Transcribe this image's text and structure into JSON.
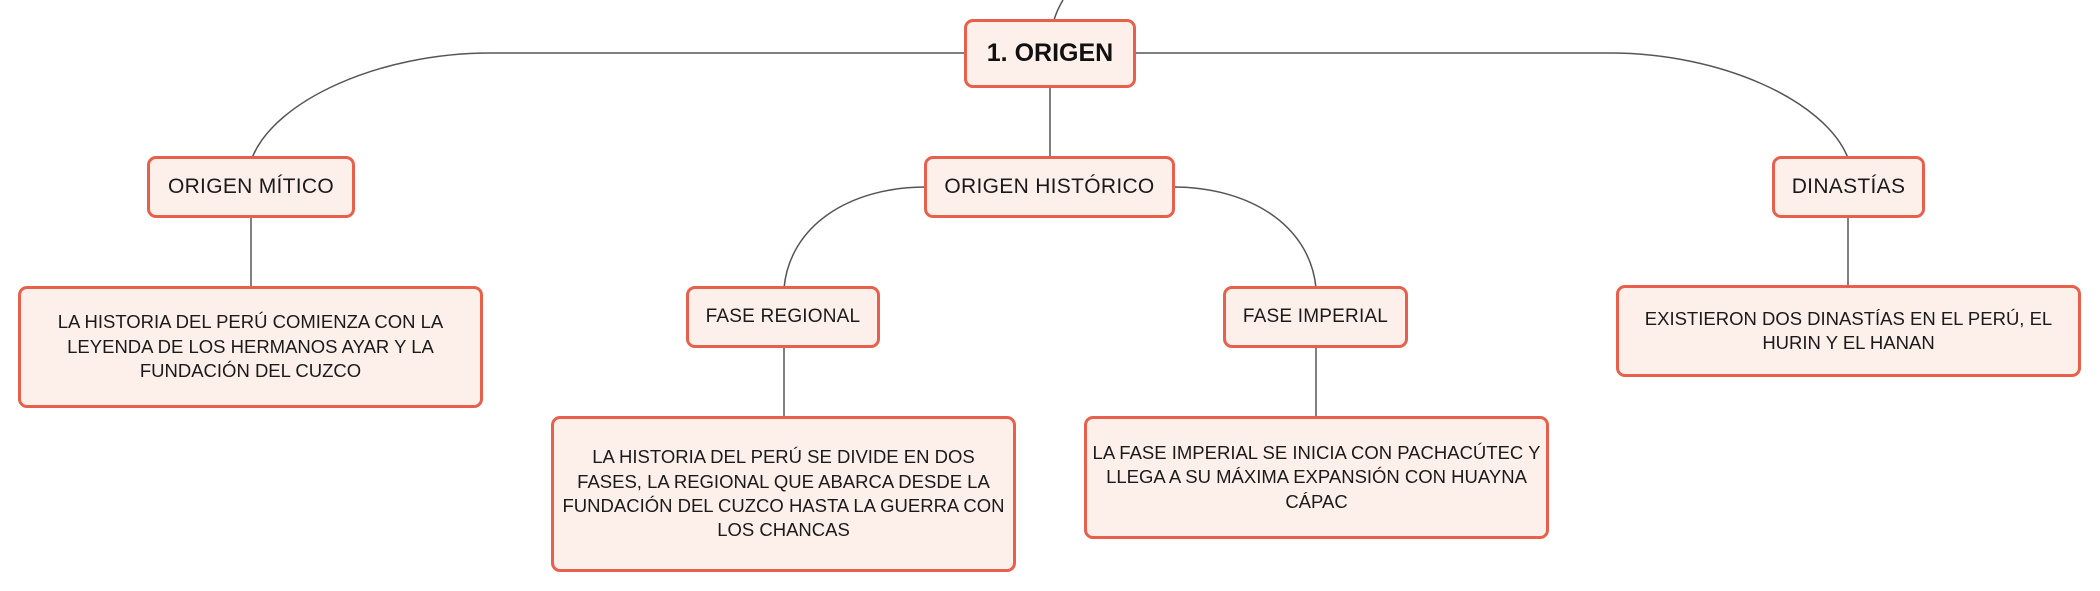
{
  "map": {
    "root": "1. ORIGEN",
    "topics": {
      "mitico": "ORIGEN MÍTICO",
      "historico": "ORIGEN HISTÓRICO",
      "dinastias": "DINASTÍAS"
    },
    "subtopics": {
      "regional": "FASE REGIONAL",
      "imperial": "FASE IMPERIAL"
    },
    "details": {
      "mitico": "LA HISTORIA DEL PERÚ COMIENZA CON LA LEYENDA DE LOS HERMANOS AYAR Y LA FUNDACIÓN DEL CUZCO",
      "regional": "LA HISTORIA DEL PERÚ SE DIVIDE EN DOS FASES, LA REGIONAL QUE ABARCA DESDE LA FUNDACIÓN DEL CUZCO HASTA LA GUERRA CON LOS CHANCAS",
      "imperial": "LA FASE IMPERIAL SE INICIA CON PACHACÚTEC Y LLEGA A SU MÁXIMA EXPANSIÓN CON HUAYNA CÁPAC",
      "dinastias": "EXISTIERON DOS DINASTÍAS EN EL PERÚ, EL HURIN Y EL HANAN"
    }
  },
  "colors": {
    "node_border": "#e8604c",
    "node_fill": "#fdf0eb",
    "connector": "#555555"
  }
}
